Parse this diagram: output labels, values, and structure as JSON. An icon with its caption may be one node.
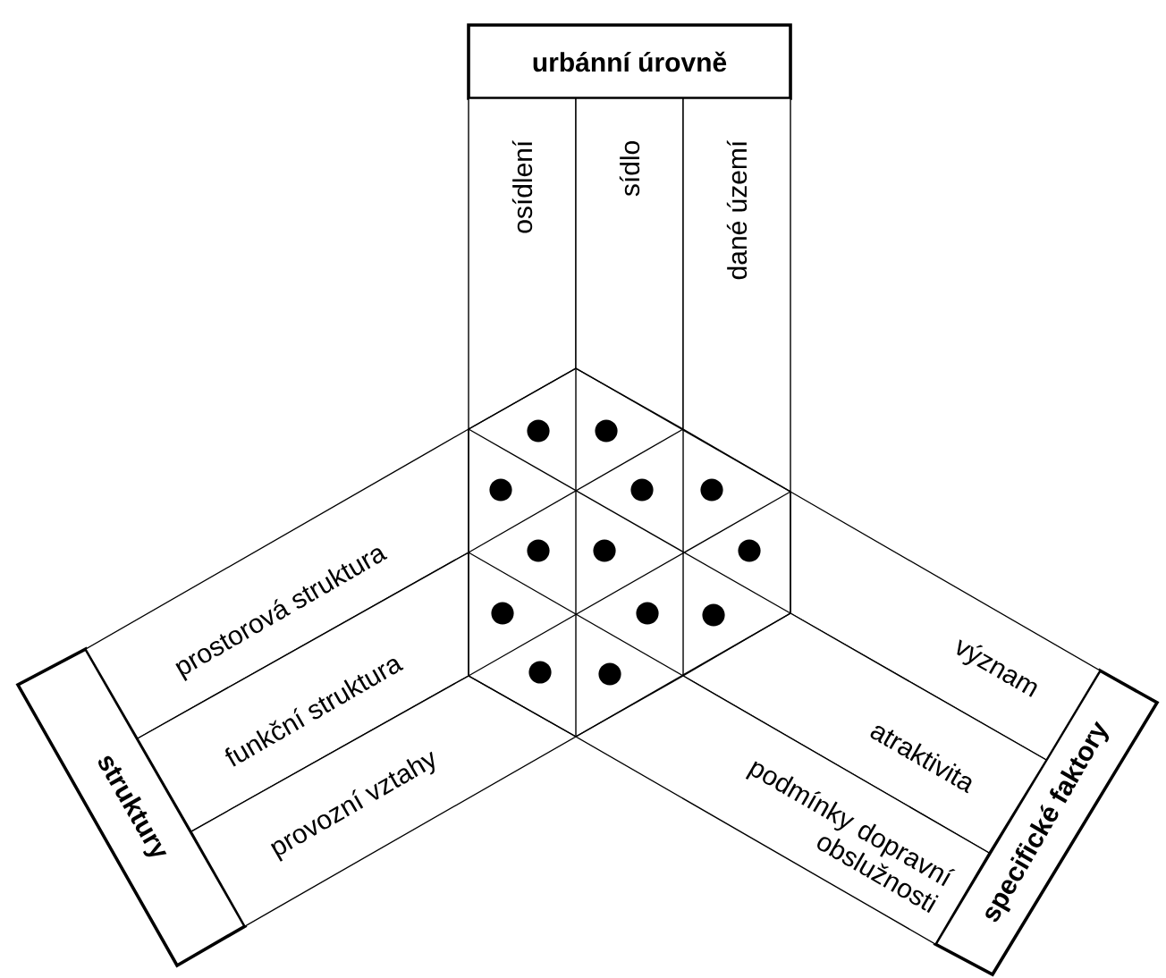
{
  "diagram": {
    "nodes": [
      {
        "text": [
          "urbánní úrovně"
        ]
      },
      {
        "text": [
          "osídlení"
        ]
      },
      {
        "text": [
          "sídlo"
        ]
      },
      {
        "text": [
          "dané území"
        ]
      },
      {
        "text": [
          "struktury"
        ]
      },
      {
        "text": [
          "prostorová struktura"
        ]
      },
      {
        "text": [
          "funkční struktura"
        ]
      },
      {
        "text": [
          "provozní vztahy"
        ]
      },
      {
        "text": [
          "specifické faktory"
        ]
      },
      {
        "text": [
          "význam"
        ]
      },
      {
        "text": [
          "atraktivita"
        ]
      },
      {
        "text": [
          "podmínky dopravní obslužnosti"
        ]
      }
    ]
  }
}
